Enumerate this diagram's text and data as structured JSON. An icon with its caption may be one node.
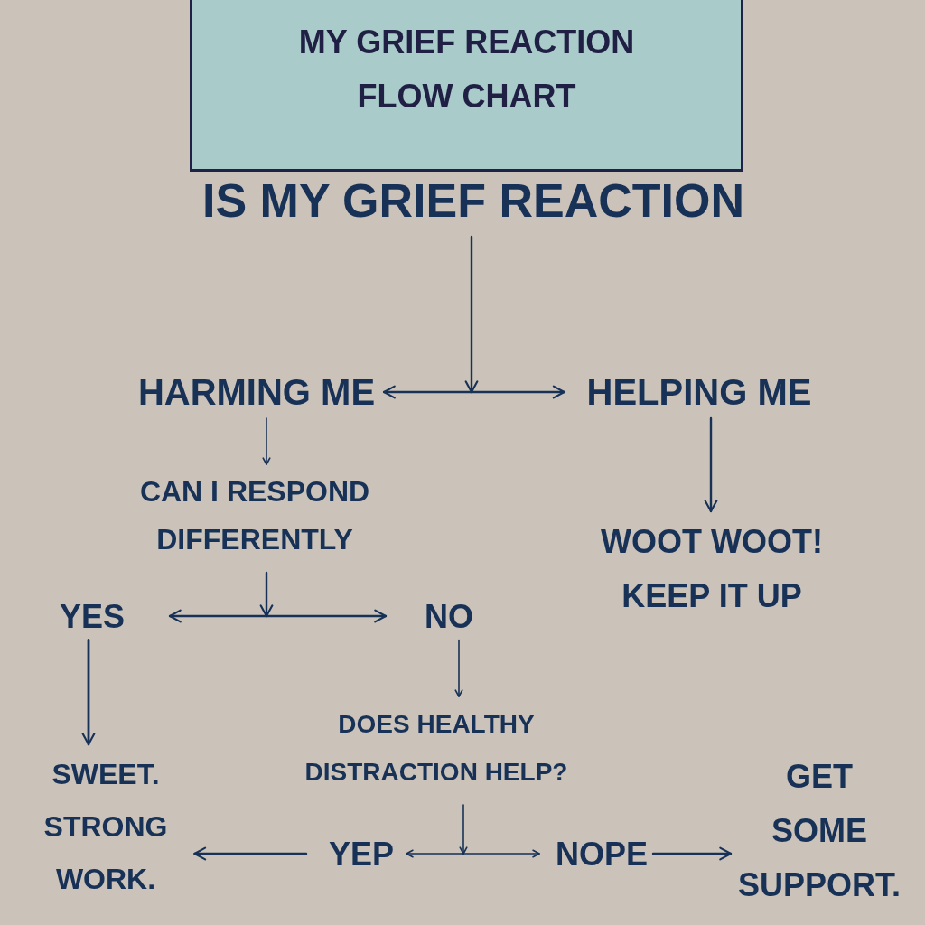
{
  "diagram": {
    "title": "MY GRIEF REACTION FLOW CHART",
    "nodes": [
      {
        "text": [
          "IS MY GRIEF REACTION"
        ]
      },
      {
        "text": [
          "HARMING ME"
        ]
      },
      {
        "text": [
          "HELPING ME"
        ]
      },
      {
        "text": [
          "CAN I RESPOND DIFFERENTLY"
        ]
      },
      {
        "text": [
          "WOOT WOOT! KEEP IT UP"
        ]
      },
      {
        "text": [
          "YES"
        ]
      },
      {
        "text": [
          "NO"
        ]
      },
      {
        "text": [
          "DOES HEALTHY DISTRACTION HELP?"
        ]
      },
      {
        "text": [
          "SWEET. STRONG WORK."
        ]
      },
      {
        "text": [
          "YEP"
        ]
      },
      {
        "text": [
          "NOPE"
        ]
      },
      {
        "text": [
          "GET SOME SUPPORT."
        ]
      }
    ],
    "edges": [
      {
        "from": 0,
        "to": 1,
        "arrow": "to"
      },
      {
        "from": 0,
        "to": 2,
        "arrow": "to"
      },
      {
        "from": 1,
        "to": 3,
        "arrow": "to"
      },
      {
        "from": 2,
        "to": 4,
        "arrow": "to"
      },
      {
        "from": 3,
        "to": 5,
        "arrow": "to"
      },
      {
        "from": 3,
        "to": 6,
        "arrow": "to"
      },
      {
        "from": 5,
        "to": 8,
        "arrow": "to"
      },
      {
        "from": 6,
        "to": 7,
        "arrow": "to"
      },
      {
        "from": 7,
        "to": 9,
        "arrow": "to"
      },
      {
        "from": 7,
        "to": 10,
        "arrow": "to"
      },
      {
        "from": 9,
        "to": 8,
        "arrow": "to"
      },
      {
        "from": 10,
        "to": 11,
        "arrow": "to"
      }
    ]
  }
}
